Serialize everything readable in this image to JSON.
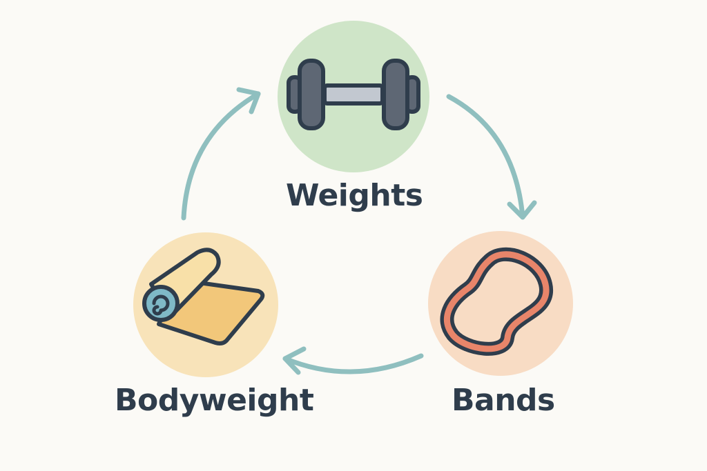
{
  "nodes": {
    "weights": {
      "label": "Weights",
      "icon": "dumbbell-icon",
      "circle_color": "#cfe5c8"
    },
    "bands": {
      "label": "Bands",
      "icon": "resistance-band-icon",
      "circle_color": "#f8dcc4"
    },
    "bodyweight": {
      "label": "Bodyweight",
      "icon": "yoga-mat-icon",
      "circle_color": "#f8e3b9"
    }
  },
  "colors": {
    "arrow": "#8fbfbf",
    "outline": "#2f3d4c",
    "background": "#fbfaf6"
  },
  "cycle_order": [
    "Weights",
    "Bands",
    "Bodyweight"
  ]
}
